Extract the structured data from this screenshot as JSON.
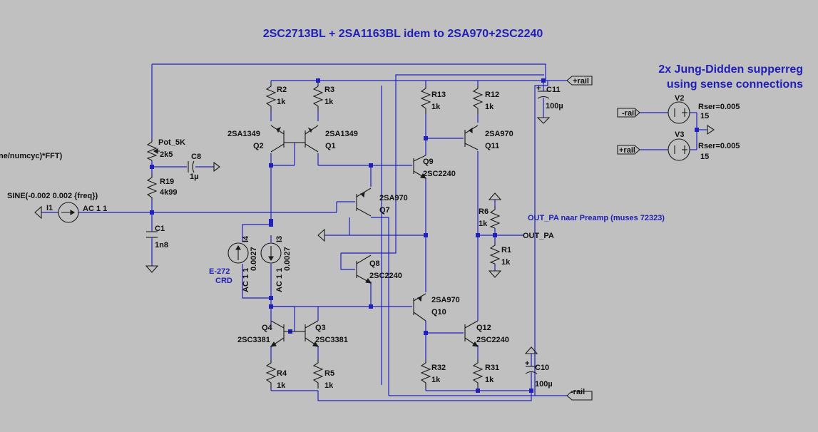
{
  "title": "2SC2713BL + 2SA1163BL idem to 2SA970+2SC2240",
  "note": [
    "2x Jung-Didden supperreg",
    "using sense connections"
  ],
  "directive": "ne/numcyc)*FFT)",
  "sine": "SINE(-0.002 0.002 {freq})",
  "crd_note": [
    "E-272",
    "CRD"
  ],
  "output_note": "OUT_PA naar Preamp (muses 72323)",
  "nets": {
    "plus_rail": "+rail",
    "minus_rail": "-rail",
    "out": "OUT_PA"
  },
  "components": {
    "R2": {
      "name": "R2",
      "value": "1k"
    },
    "R3": {
      "name": "R3",
      "value": "1k"
    },
    "R13": {
      "name": "R13",
      "value": "1k"
    },
    "R12": {
      "name": "R12",
      "value": "1k"
    },
    "R4": {
      "name": "R4",
      "value": "1k"
    },
    "R5": {
      "name": "R5",
      "value": "1k"
    },
    "R32": {
      "name": "R32",
      "value": "1k"
    },
    "R31": {
      "name": "R31",
      "value": "1k"
    },
    "R6": {
      "name": "R6",
      "value": "1k"
    },
    "R1": {
      "name": "R1",
      "value": "1k"
    },
    "R19": {
      "name": "R19",
      "value": "4k99"
    },
    "Pot": {
      "name": "Pot_5K",
      "value": "2k5"
    },
    "C8": {
      "name": "C8",
      "value": "1µ"
    },
    "C1": {
      "name": "C1",
      "value": "1n8"
    },
    "C11": {
      "name": "C11",
      "value": "100µ"
    },
    "C10": {
      "name": "C10",
      "value": "100µ"
    },
    "I1": {
      "name": "I1",
      "value": "AC 1 1"
    },
    "I4": {
      "name": "I4",
      "value": "0.0027",
      "ac": "AC 1 1"
    },
    "I3": {
      "name": "I3",
      "value": "0.0027",
      "ac": "AC 1 1"
    },
    "Q2": {
      "name": "Q2",
      "model": "2SA1349"
    },
    "Q1": {
      "name": "Q1",
      "model": "2SA1349"
    },
    "Q9": {
      "name": "Q9",
      "model": "2SC2240"
    },
    "Q11": {
      "name": "Q11",
      "model": "2SA970"
    },
    "Q7": {
      "name": "Q7",
      "model": "2SA970"
    },
    "Q8": {
      "name": "Q8",
      "model": "2SC2240"
    },
    "Q10": {
      "name": "Q10",
      "model": "2SA970"
    },
    "Q12": {
      "name": "Q12",
      "model": "2SC2240"
    },
    "Q4": {
      "name": "Q4",
      "model": "2SC3381"
    },
    "Q3": {
      "name": "Q3",
      "model": "2SC3381"
    },
    "V2": {
      "name": "V2",
      "rser": "Rser=0.005",
      "value": "15"
    },
    "V3": {
      "name": "V3",
      "rser": "Rser=0.005",
      "value": "15"
    }
  }
}
